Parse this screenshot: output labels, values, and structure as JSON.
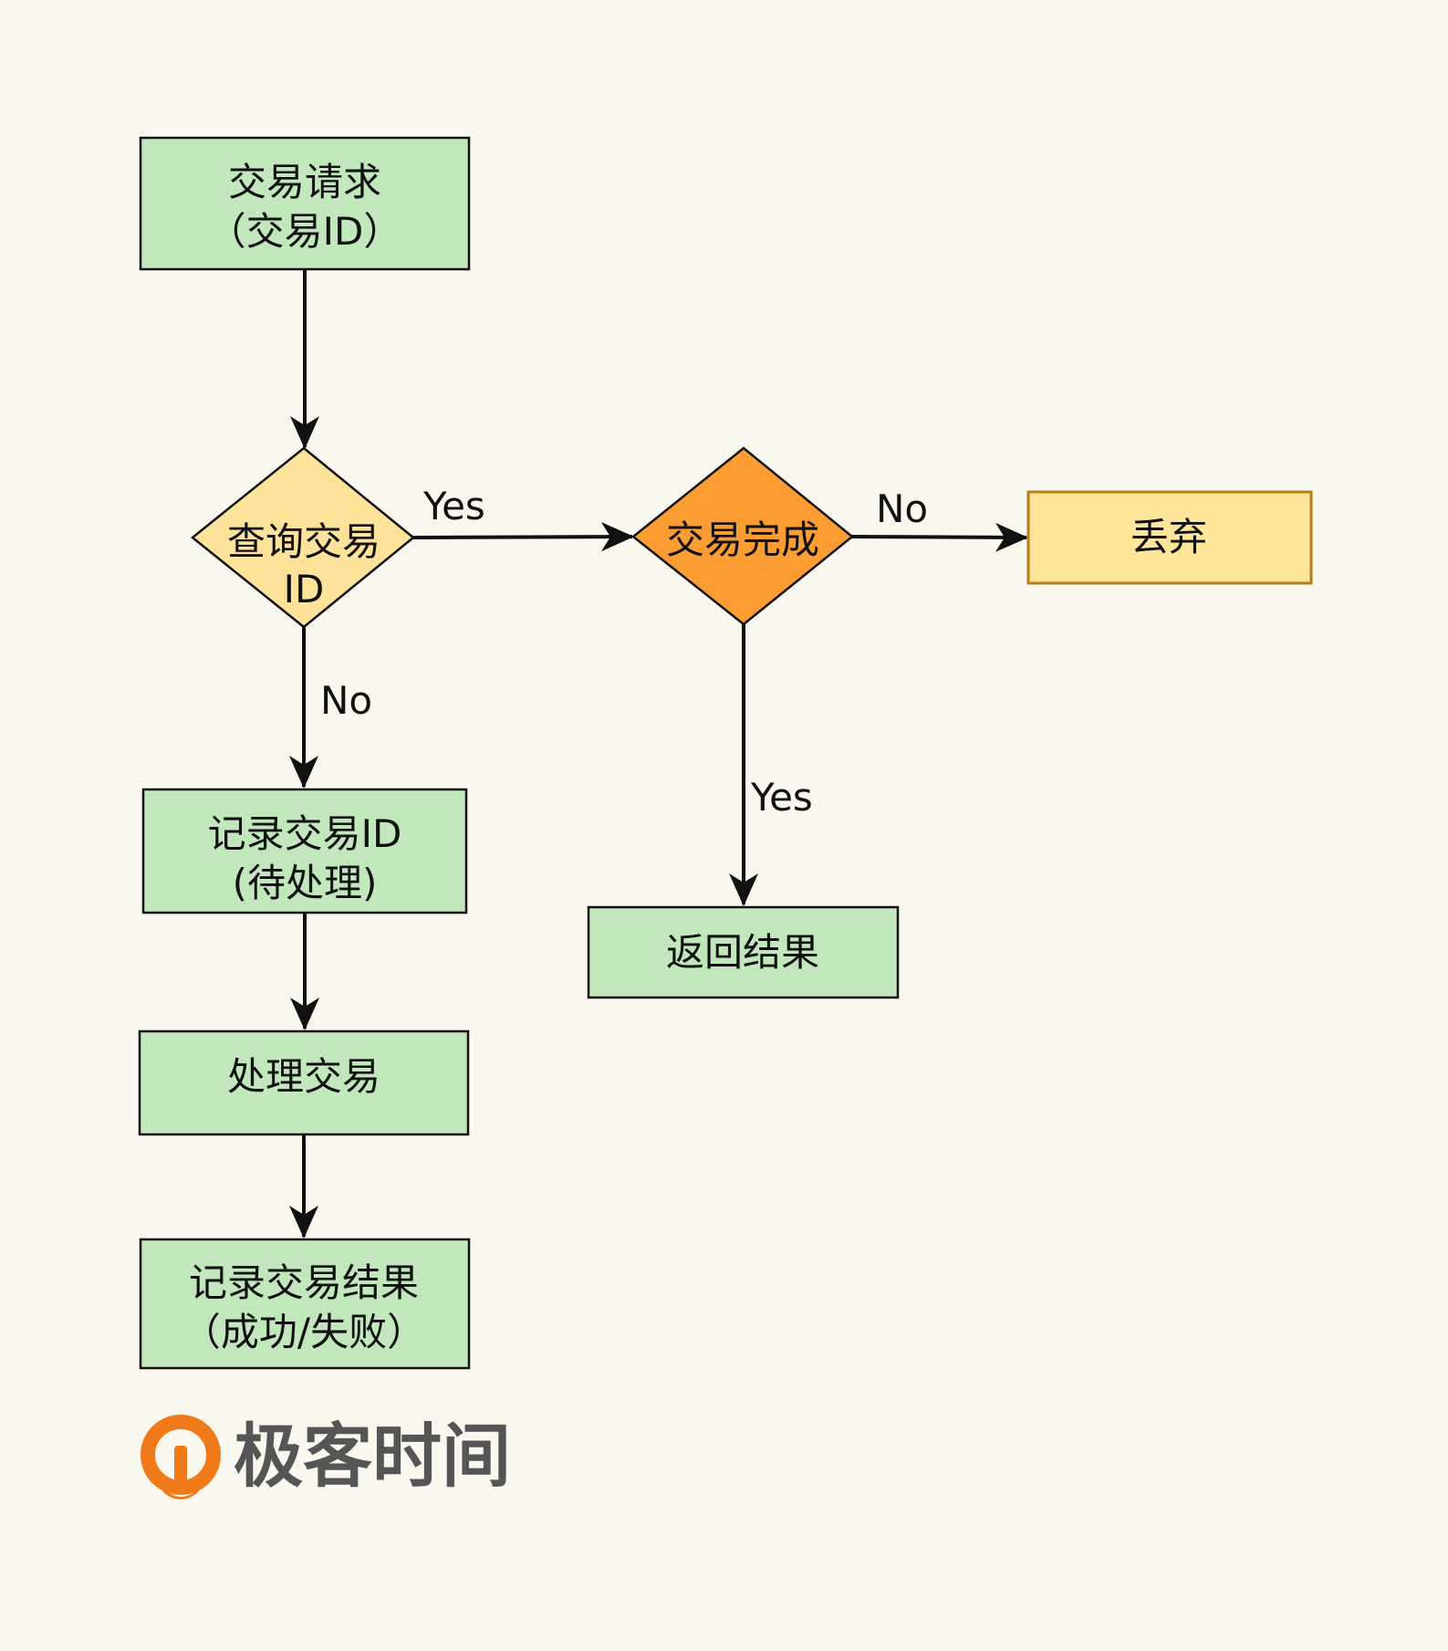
{
  "nodes": {
    "request": {
      "line1": "交易请求",
      "line2": "（交易ID）"
    },
    "query": {
      "line1": "查询交易",
      "line2": "ID"
    },
    "complete": {
      "line1": "交易完成"
    },
    "discard": {
      "line1": "丢弃"
    },
    "record_pending": {
      "line1": "记录交易ID",
      "line2": "(待处理)"
    },
    "process": {
      "line1": "处理交易"
    },
    "record_result": {
      "line1": "记录交易结果",
      "line2": "（成功/失败）"
    },
    "return_result": {
      "line1": "返回结果"
    }
  },
  "edges": {
    "query_yes": "Yes",
    "query_no": "No",
    "complete_no": "No",
    "complete_yes": "Yes"
  },
  "logo": {
    "text": "极客时间"
  },
  "colors": {
    "background": "#faf7ee",
    "process_fill": "#c2e7bd",
    "decision_fill": "#fde39a",
    "complete_fill": "#fb9d33",
    "discard_fill": "#fde59a",
    "discard_stroke": "#b97c17",
    "logo_orange": "#f07a1a"
  }
}
